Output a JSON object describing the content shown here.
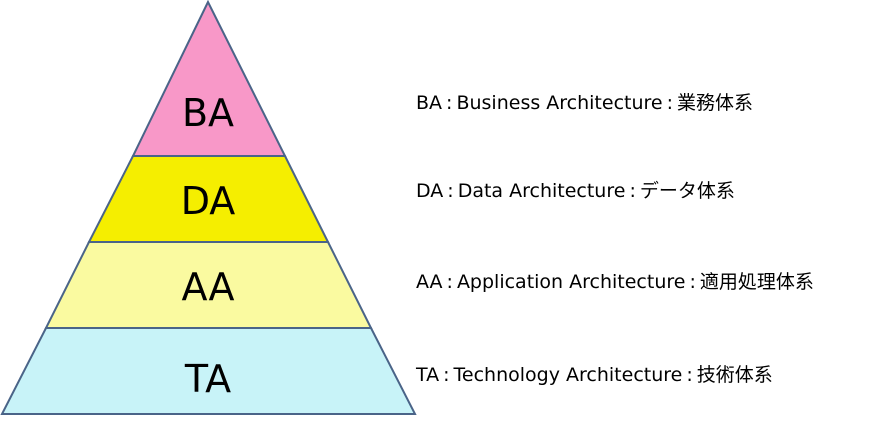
{
  "tiers": [
    {
      "abbr": "BA",
      "name": "Business Architecture",
      "jp": "業務体系",
      "color": "#f898c8"
    },
    {
      "abbr": "DA",
      "name": "Data Architecture",
      "jp": "データ体系",
      "color": "#f5ee00"
    },
    {
      "abbr": "AA",
      "name": "Application Architecture",
      "jp": "適用処理体系",
      "color": "#fafaa0"
    },
    {
      "abbr": "TA",
      "name": "Technology Architecture",
      "jp": "技術体系",
      "color": "#c8f3f8"
    }
  ],
  "separator": ":",
  "outline_color": "#4a6488"
}
